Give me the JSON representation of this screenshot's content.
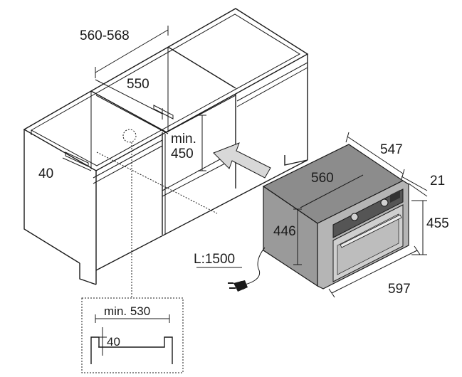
{
  "labels": {
    "cabinet_total_width": "560-568",
    "cabinet_inner_width": "550",
    "min_height_label": "min.",
    "min_height_value": "450",
    "side_offset": "40",
    "oven_depth": "547",
    "oven_inner_width": "560",
    "front_thickness": "21",
    "oven_height": "455",
    "oven_inner_height": "446",
    "cable_length": "L:1500",
    "oven_width": "597",
    "detail_min_depth": "min. 530",
    "detail_offset": "40"
  },
  "colors": {
    "line": "#1a1a1a",
    "oven_top": "#8c8c8c",
    "oven_side": "#9a9a9a",
    "oven_front": "#c9c9c9",
    "arrow_fill": "#d8d8d8",
    "background": "#ffffff"
  },
  "icons": [
    "power-plug-icon",
    "insertion-arrow-icon"
  ]
}
